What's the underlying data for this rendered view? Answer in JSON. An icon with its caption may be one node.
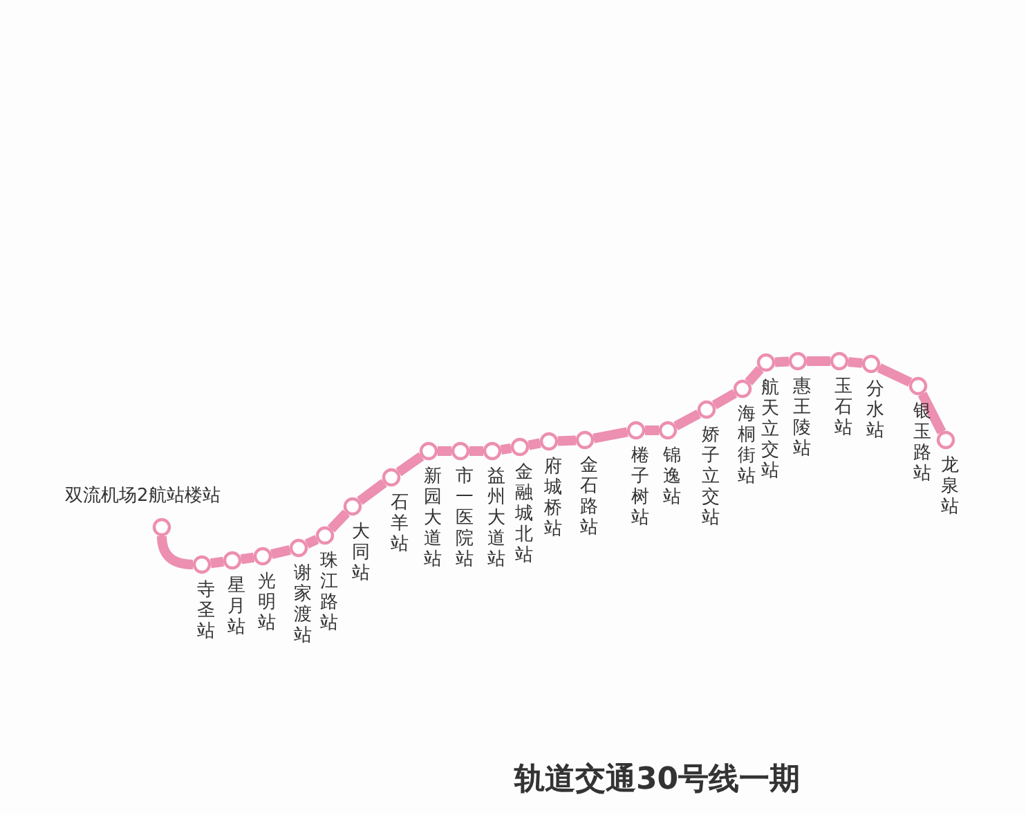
{
  "diagram": {
    "title": "轨道交通30号线一期",
    "nodes": [
      {
        "text": [],
        "shape": "circle",
        "beside": [
          "双流机场2航站楼站"
        ]
      },
      {
        "text": [],
        "shape": "circle",
        "beside": [
          "寺圣站"
        ]
      },
      {
        "text": [],
        "shape": "circle",
        "beside": [
          "星月站"
        ]
      },
      {
        "text": [],
        "shape": "circle",
        "beside": [
          "光明站"
        ]
      },
      {
        "text": [],
        "shape": "circle",
        "beside": [
          "谢家渡站"
        ]
      },
      {
        "text": [],
        "shape": "circle",
        "beside": [
          "珠江路站"
        ]
      },
      {
        "text": [],
        "shape": "circle",
        "beside": [
          "大同站"
        ]
      },
      {
        "text": [],
        "shape": "circle",
        "beside": [
          "石羊站"
        ]
      },
      {
        "text": [],
        "shape": "circle",
        "beside": [
          "新园大道站"
        ]
      },
      {
        "text": [],
        "shape": "circle",
        "beside": [
          "市一医院站"
        ]
      },
      {
        "text": [],
        "shape": "circle",
        "beside": [
          "益州大道站"
        ]
      },
      {
        "text": [],
        "shape": "circle",
        "beside": [
          "金融城北站"
        ]
      },
      {
        "text": [],
        "shape": "circle",
        "beside": [
          "府城桥站"
        ]
      },
      {
        "text": [],
        "shape": "circle",
        "beside": [
          "金石路站"
        ]
      },
      {
        "text": [],
        "shape": "circle",
        "beside": [
          "棬子树站"
        ]
      },
      {
        "text": [],
        "shape": "circle",
        "beside": [
          "锦逸站"
        ]
      },
      {
        "text": [],
        "shape": "circle",
        "beside": [
          "娇子立交站"
        ]
      },
      {
        "text": [],
        "shape": "circle",
        "beside": [
          "海桐街站"
        ]
      },
      {
        "text": [],
        "shape": "circle",
        "beside": [
          "航天立交站"
        ]
      },
      {
        "text": [],
        "shape": "circle",
        "beside": [
          "惠王陵站"
        ]
      },
      {
        "text": [],
        "shape": "circle",
        "beside": [
          "玉石站"
        ]
      },
      {
        "text": [],
        "shape": "circle",
        "beside": [
          "分水站"
        ]
      },
      {
        "text": [],
        "shape": "circle",
        "beside": [
          "银玉路站"
        ]
      },
      {
        "text": [],
        "shape": "circle",
        "beside": [
          "龙泉站"
        ]
      }
    ],
    "edges": [
      {
        "from": 0,
        "to": 1,
        "arrow": "none"
      },
      {
        "from": 1,
        "to": 2,
        "arrow": "none"
      },
      {
        "from": 2,
        "to": 3,
        "arrow": "none"
      },
      {
        "from": 3,
        "to": 4,
        "arrow": "none"
      },
      {
        "from": 4,
        "to": 5,
        "arrow": "none"
      },
      {
        "from": 5,
        "to": 6,
        "arrow": "none"
      },
      {
        "from": 6,
        "to": 7,
        "arrow": "none"
      },
      {
        "from": 7,
        "to": 8,
        "arrow": "none"
      },
      {
        "from": 8,
        "to": 9,
        "arrow": "none"
      },
      {
        "from": 9,
        "to": 10,
        "arrow": "none"
      },
      {
        "from": 10,
        "to": 11,
        "arrow": "none"
      },
      {
        "from": 11,
        "to": 12,
        "arrow": "none"
      },
      {
        "from": 12,
        "to": 13,
        "arrow": "none"
      },
      {
        "from": 13,
        "to": 14,
        "arrow": "none"
      },
      {
        "from": 14,
        "to": 15,
        "arrow": "none"
      },
      {
        "from": 15,
        "to": 16,
        "arrow": "none"
      },
      {
        "from": 16,
        "to": 17,
        "arrow": "none"
      },
      {
        "from": 17,
        "to": 18,
        "arrow": "none"
      },
      {
        "from": 18,
        "to": 19,
        "arrow": "none"
      },
      {
        "from": 19,
        "to": 20,
        "arrow": "none"
      },
      {
        "from": 20,
        "to": 21,
        "arrow": "none"
      },
      {
        "from": 21,
        "to": 22,
        "arrow": "none"
      },
      {
        "from": 22,
        "to": 23,
        "arrow": "none"
      }
    ]
  }
}
